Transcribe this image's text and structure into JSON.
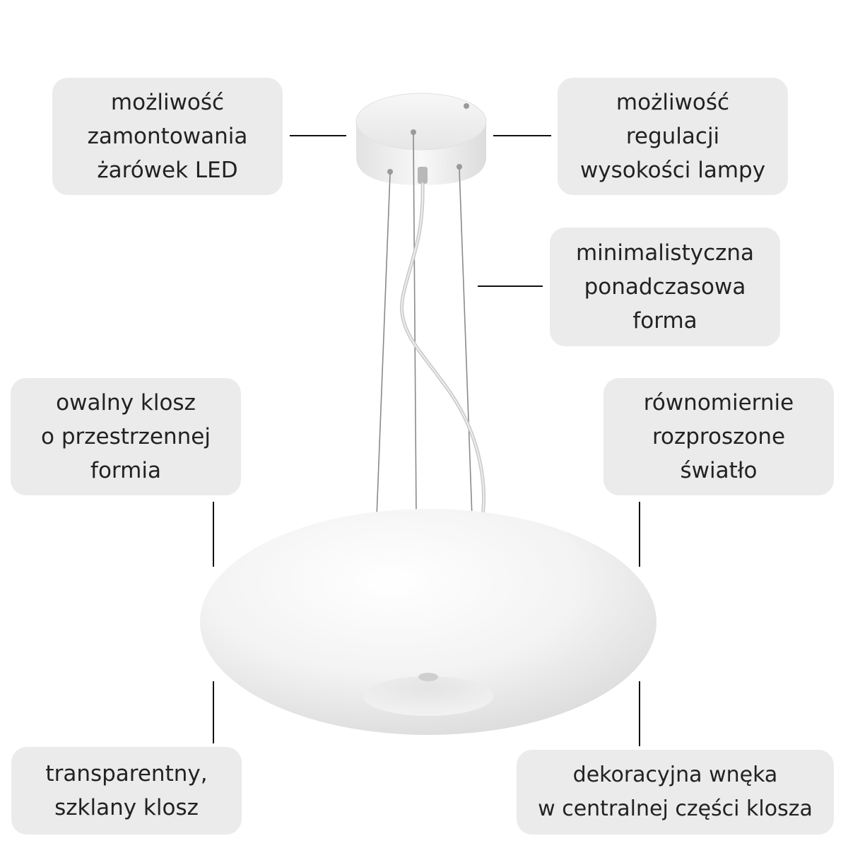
{
  "callouts": {
    "led_bulbs": [
      "możliwość",
      "zamontowania",
      "żarówek LED"
    ],
    "height_adjust": [
      "możliwość",
      "regulacji",
      "wysokości lampy"
    ],
    "minimal_form": [
      "minimalistyczna",
      "ponadczasowa",
      "forma"
    ],
    "oval_shade": [
      "owalny klosz",
      "o przestrzennej",
      "formia"
    ],
    "diffused_light": [
      "równomiernie",
      "rozproszone",
      "światło"
    ],
    "glass_shade": [
      "transparentny,",
      "szklany klosz"
    ],
    "decorative_recess": [
      "dekoracyjna wnęka",
      "w centralnej części klosza"
    ]
  },
  "colors": {
    "callout_background": "#ebebeb",
    "text": "#222222",
    "leader_line": "#111111",
    "lamp_white": "#f4f4f4"
  },
  "icons": {
    "product": "pendant-lamp-icon"
  }
}
